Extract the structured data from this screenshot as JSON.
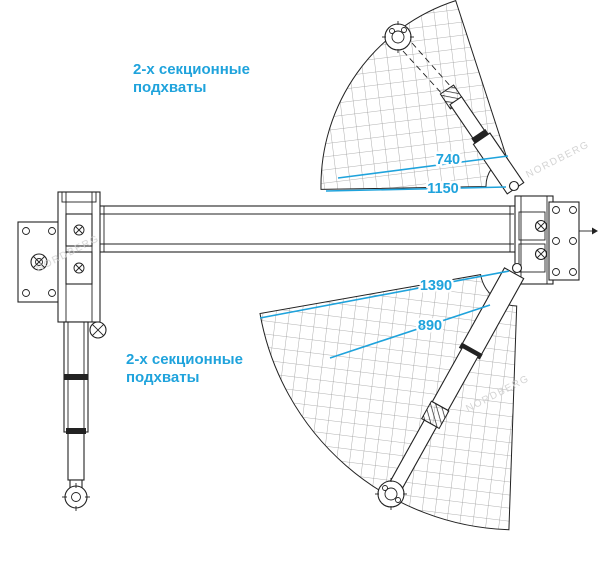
{
  "diagram": {
    "brand_watermark": "NORDBERG",
    "labels": {
      "upper_line1": "2-х секционные",
      "upper_line2": "подхваты",
      "lower_line1": "2-х секционные",
      "lower_line2": "подхваты"
    },
    "dimensions": {
      "upper_arm_min": "740",
      "upper_arm_max": "1150",
      "lower_arm_max": "1390",
      "lower_arm_min": "890"
    },
    "colors": {
      "accent": "#1fa3dc",
      "line": "#222222",
      "grid": "#888888",
      "watermark": "#cfcfcf"
    }
  }
}
